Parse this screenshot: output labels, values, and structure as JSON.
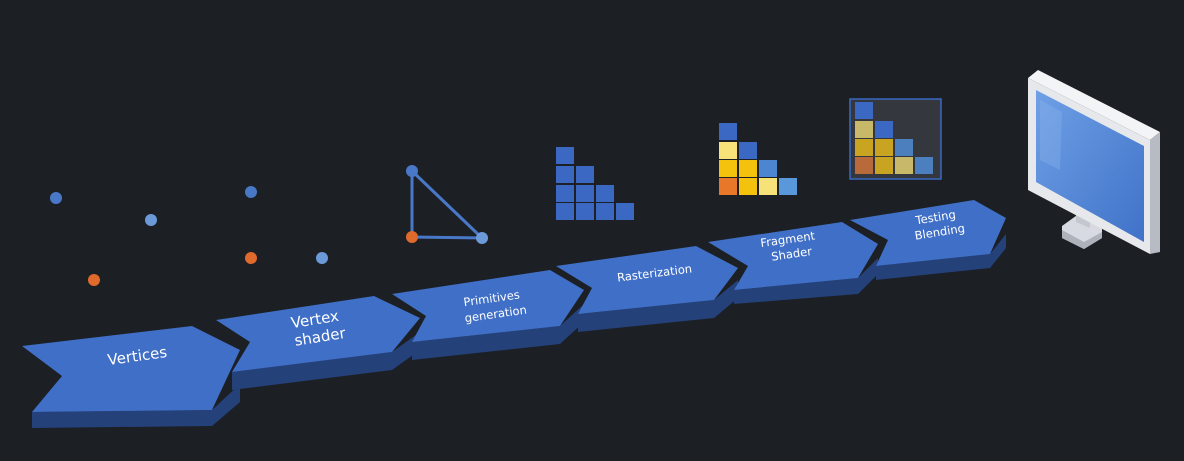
{
  "pipeline": {
    "stages": [
      {
        "line1": "Vertices",
        "line2": ""
      },
      {
        "line1": "Vertex",
        "line2": "shader"
      },
      {
        "line1": "Primitives",
        "line2": "generation"
      },
      {
        "line1": "Rasterization",
        "line2": ""
      },
      {
        "line1": "Fragment",
        "line2": "Shader"
      },
      {
        "line1": "Testing",
        "line2": "Blending"
      }
    ]
  },
  "colors": {
    "background": "#1c1f24",
    "arrow_top": "#3f6fc6",
    "arrow_side": "#24417a",
    "pixel_blue": "#3a68c2",
    "vertex_blue": "#4a78c8",
    "vertex_orange": "#e06a2c",
    "fragment_yellow": "#f4c20d",
    "fragment_pale": "#f7e27a",
    "monitor_frame": "#e6e8ec",
    "monitor_screen": "#5b8fd8"
  },
  "icons": [
    "vertex-dots",
    "vertex-shader-dots",
    "triangle-primitive",
    "raster-grid",
    "fragment-grid",
    "blended-grid",
    "monitor-icon"
  ]
}
